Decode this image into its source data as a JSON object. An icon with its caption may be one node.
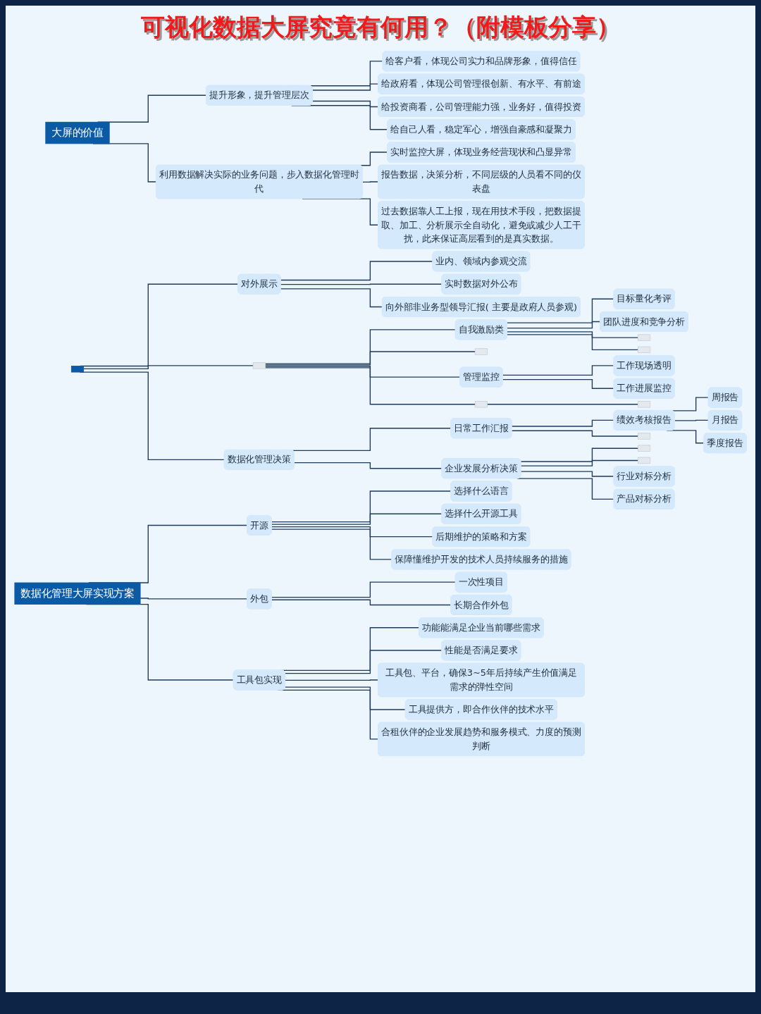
{
  "diagram": {
    "title": "可视化数据大屏究竟有何用？（附模板分享）",
    "nodes": [
      {
        "text": [
          "大屏的价值"
        ]
      },
      {
        "text": [
          "提升形象，提升管理层次"
        ]
      },
      {
        "text": [
          "给客户看，体现公司实力和品牌形象，值得信任"
        ]
      },
      {
        "text": [
          "给政府看，体现公司管理很创新、有水平、有前途"
        ]
      },
      {
        "text": [
          "给投资商看，公司管理能力强，业务好，值得投资"
        ]
      },
      {
        "text": [
          "给自己人看，稳定军心，增强自豪感和凝聚力"
        ]
      },
      {
        "text": [
          "利用数据解决实际的业务问题，步入数据化管理时代"
        ]
      },
      {
        "text": [
          "实时监控大屏，体现业务经营现状和凸显异常"
        ]
      },
      {
        "text": [
          "报告数据，决策分析，不同层级的人员看不同的仪表盘"
        ]
      },
      {
        "text": [
          "过去数据靠人工上报，现在用技术手段，把数据提取、加工、分析展示全自动化，避免或减少人工干扰，此来保证高层看到的是真实数据。"
        ]
      },
      {
        "text": [],
        "shape": "box"
      },
      {
        "text": [
          "对外展示"
        ]
      },
      {
        "text": [
          "业内、领域内参观交流"
        ]
      },
      {
        "text": [
          "实时数据对外公布"
        ]
      },
      {
        "text": [
          "向外部非业务型领导汇报( 主要是政府人员参观)"
        ]
      },
      {
        "text": [],
        "shape": "box"
      },
      {
        "text": [
          "自我激励类"
        ]
      },
      {
        "text": [
          "目标量化考评"
        ]
      },
      {
        "text": [
          "团队进度和竞争分析"
        ]
      },
      {
        "text": [],
        "shape": "box"
      },
      {
        "text": [],
        "shape": "box"
      },
      {
        "text": [],
        "shape": "box"
      },
      {
        "text": [
          "管理监控"
        ]
      },
      {
        "text": [
          "工作现场透明"
        ]
      },
      {
        "text": [
          "工作进展监控"
        ]
      },
      {
        "text": [],
        "shape": "box"
      },
      {
        "text": [],
        "shape": "box"
      },
      {
        "text": [
          "数据化管理决策"
        ]
      },
      {
        "text": [
          "日常工作汇报"
        ]
      },
      {
        "text": [
          "绩效考核报告"
        ]
      },
      {
        "text": [
          "周报告"
        ]
      },
      {
        "text": [
          "月报告"
        ]
      },
      {
        "text": [
          "季度报告"
        ]
      },
      {
        "text": [],
        "shape": "box"
      },
      {
        "text": [
          "企业发展分析决策"
        ]
      },
      {
        "text": [],
        "shape": "box"
      },
      {
        "text": [],
        "shape": "box"
      },
      {
        "text": [
          "行业对标分析"
        ]
      },
      {
        "text": [
          "产品对标分析"
        ]
      },
      {
        "text": [
          "数据化管理大屏实现方案"
        ]
      },
      {
        "text": [
          "开源"
        ]
      },
      {
        "text": [
          "选择什么语言"
        ]
      },
      {
        "text": [
          "选择什么开源工具"
        ]
      },
      {
        "text": [
          "后期维护的策略和方案"
        ]
      },
      {
        "text": [
          "保障懂维护开发的技术人员持续服务的措施"
        ]
      },
      {
        "text": [
          "外包"
        ]
      },
      {
        "text": [
          "一次性项目"
        ]
      },
      {
        "text": [
          "长期合作外包"
        ]
      },
      {
        "text": [
          "工具包实现"
        ]
      },
      {
        "text": [
          "功能能满足企业当前哪些需求"
        ]
      },
      {
        "text": [
          "性能是否满足要求"
        ]
      },
      {
        "text": [
          "工具包、平台，确保3~5年后持续产生价值满足需求的弹性空间"
        ]
      },
      {
        "text": [
          "工具提供方，即合作伙伴的技术水平"
        ]
      },
      {
        "text": [
          "合租伙伴的企业发展趋势和服务模式、力度的预测判断"
        ]
      }
    ],
    "edges": [
      {
        "from": 0,
        "to": 1,
        "arrow": "none"
      },
      {
        "from": 0,
        "to": 6,
        "arrow": "none"
      },
      {
        "from": 1,
        "to": 2,
        "arrow": "none"
      },
      {
        "from": 1,
        "to": 3,
        "arrow": "none"
      },
      {
        "from": 1,
        "to": 4,
        "arrow": "none"
      },
      {
        "from": 1,
        "to": 5,
        "arrow": "none"
      },
      {
        "from": 6,
        "to": 7,
        "arrow": "none"
      },
      {
        "from": 6,
        "to": 8,
        "arrow": "none"
      },
      {
        "from": 6,
        "to": 9,
        "arrow": "none"
      },
      {
        "from": 10,
        "to": 11,
        "arrow": "none"
      },
      {
        "from": 10,
        "to": 15,
        "arrow": "none"
      },
      {
        "from": 10,
        "to": 27,
        "arrow": "none"
      },
      {
        "from": 11,
        "to": 12,
        "arrow": "none"
      },
      {
        "from": 11,
        "to": 13,
        "arrow": "none"
      },
      {
        "from": 11,
        "to": 14,
        "arrow": "none"
      },
      {
        "from": 15,
        "to": 16,
        "arrow": "none"
      },
      {
        "from": 15,
        "to": 21,
        "arrow": "none"
      },
      {
        "from": 15,
        "to": 22,
        "arrow": "none"
      },
      {
        "from": 15,
        "to": 25,
        "arrow": "none"
      },
      {
        "from": 16,
        "to": 17,
        "arrow": "none"
      },
      {
        "from": 16,
        "to": 18,
        "arrow": "none"
      },
      {
        "from": 16,
        "to": 19,
        "arrow": "none"
      },
      {
        "from": 16,
        "to": 20,
        "arrow": "none"
      },
      {
        "from": 22,
        "to": 23,
        "arrow": "none"
      },
      {
        "from": 22,
        "to": 24,
        "arrow": "none"
      },
      {
        "from": 25,
        "to": 26,
        "arrow": "none"
      },
      {
        "from": 27,
        "to": 28,
        "arrow": "none"
      },
      {
        "from": 27,
        "to": 34,
        "arrow": "none"
      },
      {
        "from": 28,
        "to": 29,
        "arrow": "none"
      },
      {
        "from": 28,
        "to": 33,
        "arrow": "none"
      },
      {
        "from": 29,
        "to": 30,
        "arrow": "none"
      },
      {
        "from": 29,
        "to": 31,
        "arrow": "none"
      },
      {
        "from": 29,
        "to": 32,
        "arrow": "none"
      },
      {
        "from": 34,
        "to": 35,
        "arrow": "none"
      },
      {
        "from": 34,
        "to": 36,
        "arrow": "none"
      },
      {
        "from": 34,
        "to": 37,
        "arrow": "none"
      },
      {
        "from": 34,
        "to": 38,
        "arrow": "none"
      },
      {
        "from": 39,
        "to": 40,
        "arrow": "none"
      },
      {
        "from": 39,
        "to": 45,
        "arrow": "none"
      },
      {
        "from": 39,
        "to": 48,
        "arrow": "none"
      },
      {
        "from": 40,
        "to": 41,
        "arrow": "none"
      },
      {
        "from": 40,
        "to": 42,
        "arrow": "none"
      },
      {
        "from": 40,
        "to": 43,
        "arrow": "none"
      },
      {
        "from": 40,
        "to": 44,
        "arrow": "none"
      },
      {
        "from": 45,
        "to": 46,
        "arrow": "none"
      },
      {
        "from": 45,
        "to": 47,
        "arrow": "none"
      },
      {
        "from": 48,
        "to": 49,
        "arrow": "none"
      },
      {
        "from": 48,
        "to": 50,
        "arrow": "none"
      },
      {
        "from": 48,
        "to": 51,
        "arrow": "none"
      },
      {
        "from": 48,
        "to": 52,
        "arrow": "none"
      },
      {
        "from": 48,
        "to": 53,
        "arrow": "none"
      }
    ]
  }
}
